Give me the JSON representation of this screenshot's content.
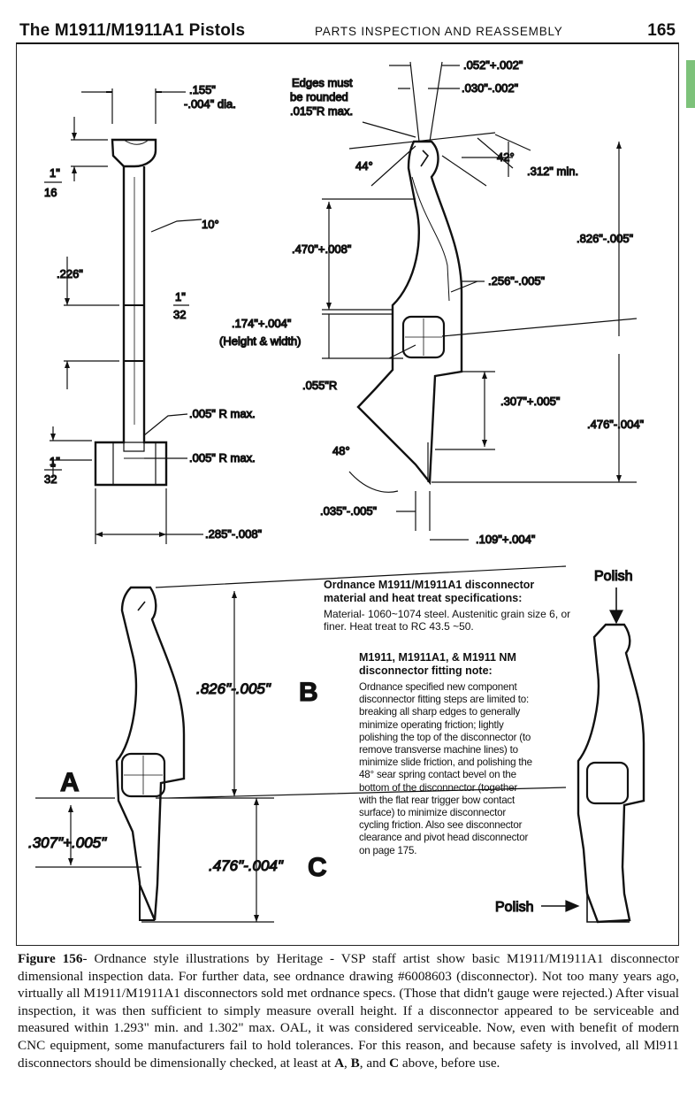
{
  "header": {
    "title": "The  M1911/M1911A1  Pistols",
    "section": "PARTS INSPECTION AND REASSEMBLY",
    "page_number": "165"
  },
  "figure": {
    "left_view": {
      "dia_main": ".155\"",
      "dia_tol": "-.004\" dia.",
      "frac1_num": "1\"",
      "frac1_den": "16",
      "angle_10": "10°",
      "dim_226": ".226\"",
      "frac2_num": "1\"",
      "frac2_den": "32",
      "radius_upper": ".005\" R max.",
      "radius_lower": ".005\" R max.",
      "frac3_num": "1\"",
      "frac3_den": "32",
      "width_285": ".285\"-.008\""
    },
    "right_view": {
      "edges_note_1": "Edges must",
      "edges_note_2": "be rounded",
      "edges_note_3": ".015\"R max.",
      "dim_052": ".052\"+.002\"",
      "dim_030": ".030\"-.002\"",
      "angle_44": "44°",
      "angle_42": "42°",
      "dim_312": ".312\" min.",
      "dim_470": ".470\"+.008\"",
      "dim_826": ".826\"-.005\"",
      "dim_256": ".256\"-.005\"",
      "dim_174": ".174\"+.004\"",
      "dim_174_note": "(Height & width)",
      "radius_055": ".055\"R",
      "dim_307": ".307\"+.005\"",
      "dim_476": ".476\"-.004\"",
      "angle_48": "48°",
      "dim_035": ".035\"-.005\"",
      "dim_109": ".109\"+.004\""
    },
    "check_view": {
      "dim_B": ".826\"-.005\"",
      "letter_B": "B",
      "letter_A": "A",
      "dim_A": ".307\"+.005\"",
      "dim_C": ".476\"-.004\"",
      "letter_C": "C"
    },
    "polish_view": {
      "polish_top": "Polish",
      "polish_bottom": "Polish"
    }
  },
  "spec_note": {
    "heading": "Ordnance M1911/M1911A1 disconnector material and heat treat specifications:",
    "body": "Material- 1060~1074 steel. Austenitic grain size 6, or finer.   Heat treat to RC 43.5 ~50."
  },
  "fitting_note": {
    "heading": "M1911, M1911A1, & M1911 NM disconnector fitting note:",
    "body": "Ordnance specified new component disconnector fitting steps are limited to: breaking all sharp edges to generally minimize operating friction; lightly polishing the top of the disconnector (to remove transverse machine lines) to minimize slide friction, and polishing the 48° sear spring contact bevel on the bottom of the disconnector (together with the flat rear trigger bow contact surface) to minimize disconnector cycling friction. Also see disconnector clearance and pivot head disconnector on page 175."
  },
  "caption": {
    "label": "Figure 156",
    "text": "- Ordnance style illustrations by Heritage - VSP staff artist show basic M1911/M1911A1 disconnector dimensional inspection data. For further data, see ordnance drawing #6008603 (disconnector). Not too many years ago, virtually all M1911/M1911A1 disconnectors sold met ordnance specs. (Those that didn't gauge were rejected.) After visual inspection, it was then sufficient to simply measure overall height. If a disconnector appeared to be serviceable and measured within 1.293\" min. and 1.302\" max. OAL, it was considered serviceable. Now, even with benefit of modern CNC equipment, some manufacturers fail to hold tolerances.  For this reason, and because safety is involved, all Ml911  disconnectors should be dimensionally checked, at least at ",
    "ref_a": "A",
    "sep1": ", ",
    "ref_b": "B",
    "sep2": ", and ",
    "ref_c": "C",
    "tail": " above, before use."
  },
  "colors": {
    "edge_tab": "#7dc27a",
    "ink": "#111111"
  }
}
